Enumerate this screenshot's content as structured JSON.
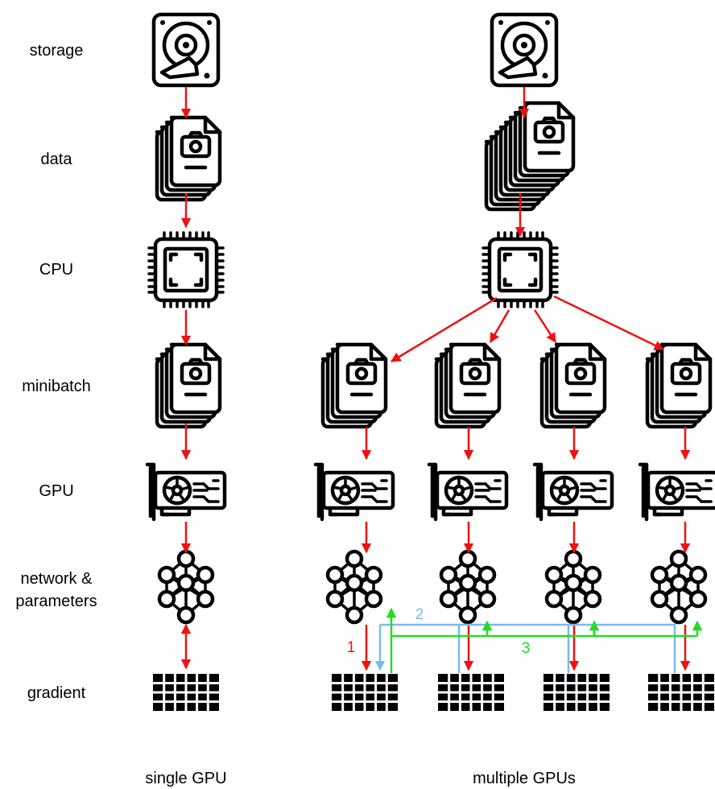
{
  "row_labels": {
    "storage": "storage",
    "data": "data",
    "cpu": "CPU",
    "minibatch": "minibatch",
    "gpu": "GPU",
    "network_line1": "network &",
    "network_line2": "parameters",
    "gradient": "gradient"
  },
  "column_labels": {
    "single": "single GPU",
    "multiple": "multiple GPUs"
  },
  "step_labels": {
    "step1": "1",
    "step2": "2",
    "step3": "3"
  },
  "colors": {
    "forward_arrow": "#ee1111",
    "aggregate_line": "#77bbee",
    "broadcast_line": "#22dd22",
    "icon_stroke": "#000000"
  },
  "icons": [
    "hard-drive-icon",
    "photo-document-stack-icon",
    "cpu-chip-icon",
    "gpu-card-icon",
    "neural-network-icon",
    "gradient-grid-icon"
  ]
}
